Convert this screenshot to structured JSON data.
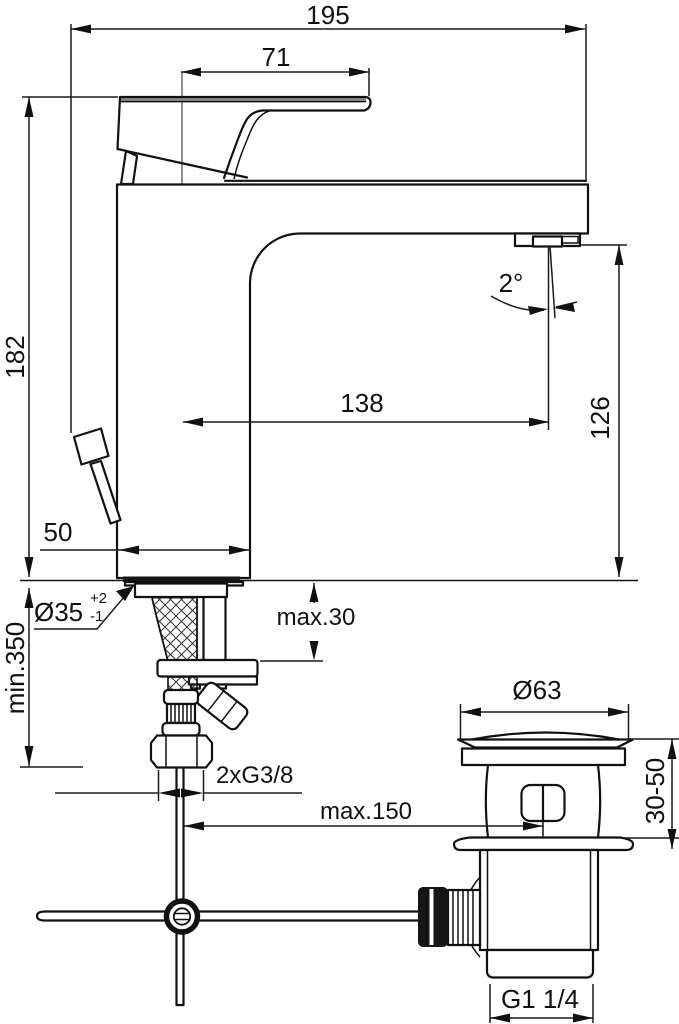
{
  "diagram": {
    "type": "technical-drawing",
    "subject": "single-lever basin mixer with pop-up waste - installation dimensions",
    "units": "mm",
    "colors": {
      "line": "#111111",
      "background": "#ffffff"
    },
    "dimensions": {
      "overall_length": "195",
      "handle_length": "71",
      "body_height": "182",
      "base_width": "50",
      "spout_reach": "138",
      "spout_outlet_height": "126",
      "spout_angle": "2°",
      "hole_diameter": "Ø35",
      "hole_tolerance_upper": "+2",
      "hole_tolerance_lower": "-1",
      "min_hose_length": "min.350",
      "max_deck_thickness": "max.30",
      "waste_cap_diameter": "Ø63",
      "waste_clamping_range": "30-50",
      "supply_connection": "2xG3/8",
      "max_rod_length": "max.150",
      "waste_thread": "G1 1/4"
    }
  }
}
